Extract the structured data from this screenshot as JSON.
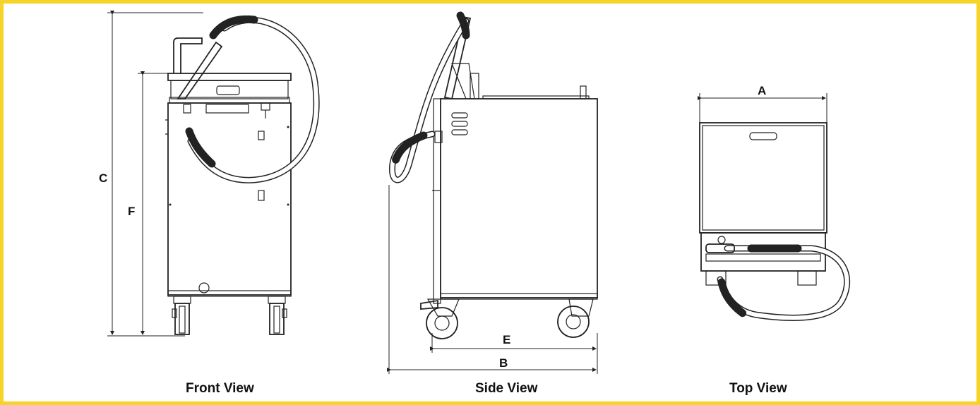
{
  "frame": {
    "border_color": "#f5d327",
    "background": "#ffffff"
  },
  "views": {
    "front": {
      "caption": "Front View"
    },
    "side": {
      "caption": "Side View"
    },
    "top": {
      "caption": "Top View"
    }
  },
  "dimensions": {
    "A": "A",
    "B": "B",
    "C": "C",
    "E": "E",
    "F": "F"
  }
}
